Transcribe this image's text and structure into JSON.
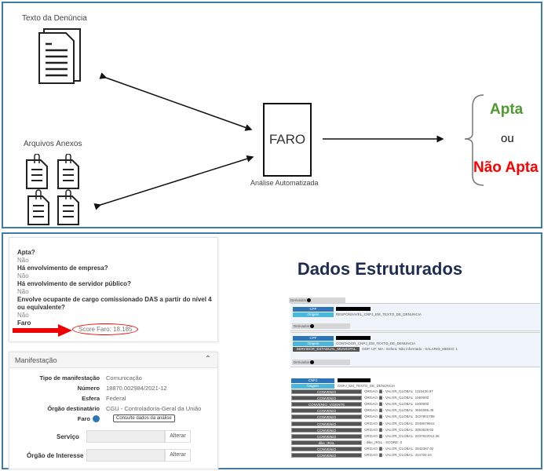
{
  "diagram": {
    "text_source": "Texto da Denúncia",
    "attachments": "Arquivos Anexos",
    "engine": "FARO",
    "engine_caption": "Análise Automatizada",
    "result_apta": "Apta",
    "result_or": "ou",
    "result_nao_apta": "Não Apta",
    "colors": {
      "apta": "#4e9a2f",
      "nao_apta": "#ff0000",
      "border": "#3d7ea6"
    }
  },
  "questions": [
    {
      "q": "Apta?",
      "a": "Não"
    },
    {
      "q": "Há envolvimento de empresa?",
      "a": "Não"
    },
    {
      "q": "Há envolvimento de servidor público?",
      "a": "Não"
    },
    {
      "q": "Envolve ocupante de cargo comissionado DAS a partir do nível 4 ou equivalente?",
      "a": "Não"
    }
  ],
  "faro": {
    "label": "Faro",
    "score": "Score Faro: 18.185"
  },
  "manifestacao": {
    "title": "Manifestação",
    "fields": [
      {
        "k": "Tipo de manifestação",
        "v": "Comunicação"
      },
      {
        "k": "Número",
        "v": "18870.002984/2021-12"
      },
      {
        "k": "Esfera",
        "v": "Federal"
      },
      {
        "k": "Órgão destinatário",
        "v": "CGU - Controladoria-Geral da União"
      }
    ],
    "faro_label": "Faro",
    "faro_button": "Consulte dados da análise",
    "servico": "Serviço",
    "orgao_interesse": "Órgão de Interesse",
    "alterar": "Alterar"
  },
  "structured": {
    "title": "Dados Estruturados",
    "derivados": "Derivados",
    "cpf": "CPF",
    "origem": "Origem",
    "cnpj": "CNPJ",
    "origem1": "RESPONSAVEL_CNPJ_EM_TEXTO_DE_DENUNCIA",
    "origem2": "CONTADOR_CNPJ_EM_TEXTO_DE_DENUNCIA",
    "servidor_tag": "SERVIDOR_ESTADUAL_MUNICIPAL",
    "servidor_text": "ODP: UF: MA - Esfera: Não informado - SALARIO_MEDIO: 1",
    "origem3": "CNPJ_EM_TEXTO_DE_DENUNCIA",
    "rows": [
      {
        "tag": "CONVENIO",
        "text": "ORGAO: ▇ - VALOR_GLOBAL: 1115430.97"
      },
      {
        "tag": "CONVENIO",
        "text": "ORGAO: ▇ - VALOR_GLOBAL: 1950000"
      },
      {
        "tag": "CONVENIO_VIGENTE",
        "text": "ORGAO: ▇ - VALOR_GLOBAL: 1500000"
      },
      {
        "tag": "CONVENIO",
        "text": "ORGAO: ▇ - VALOR_GLOBAL: 3554085.49"
      },
      {
        "tag": "CONVENIO",
        "text": "ORGAO: ▇ - VALOR_GLOBAL: 3437802789"
      },
      {
        "tag": "CONVENIO",
        "text": "ORGAO: ▇ - VALOR_GLOBAL: 2049679941"
      },
      {
        "tag": "CONVENIO",
        "text": "ORGAO: ▇ - VALOR_GLOBAL: 3053528.02"
      },
      {
        "tag": "CONVENIO",
        "text": "ORGAO: ▇ - VALOR_GLOBAL: 2037822011.36"
      },
      {
        "tag": "dike_IRSL",
        "text": ": dike_IRSL - SCORE: 0"
      },
      {
        "tag": "CONVENIO",
        "text": "ORGAO: ▇ - VALOR_GLOBAL: 2842387.02"
      },
      {
        "tag": "CONVENIO",
        "text": "ORGAO: ▇ - VALOR_GLOBAL: 444702.04"
      }
    ]
  }
}
